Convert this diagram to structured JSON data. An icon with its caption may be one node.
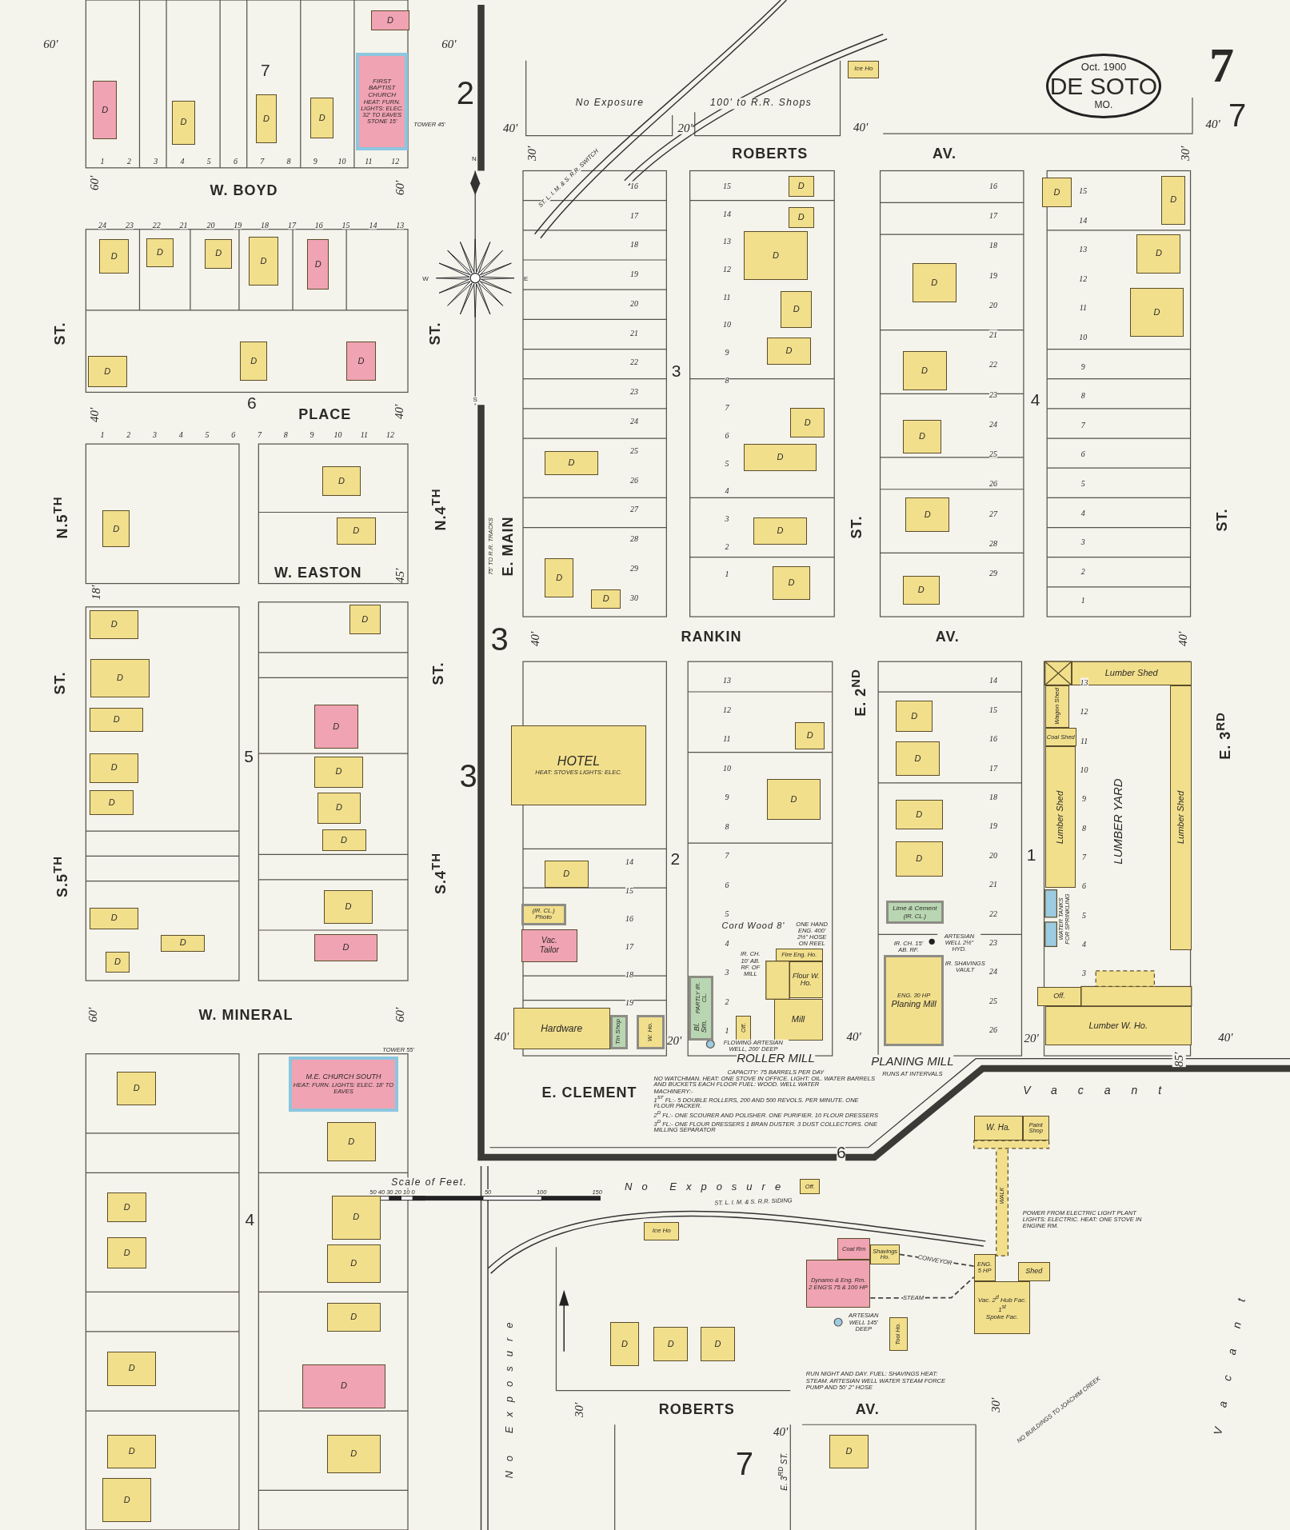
{
  "diagram": {
    "nodes": [
      {
        "text": [
          "Oct. 1900",
          "DE SOTO",
          "MO."
        ]
      },
      {
        "text": [
          "FIRST BAPTIST CHURCH",
          "HEAT: FURN. LIGHTS: ELEC. 32' TO EAVES STONE 15'"
        ],
        "beside": [
          "TOWER 45'"
        ]
      },
      {
        "text": [
          "D"
        ]
      },
      {
        "text": [
          "D"
        ]
      },
      {
        "text": [
          "D"
        ]
      },
      {
        "text": [
          "D"
        ]
      },
      {
        "text": [
          "D"
        ]
      },
      {
        "text": [
          "D"
        ]
      },
      {
        "text": [
          "D"
        ]
      },
      {
        "text": [
          "D"
        ]
      },
      {
        "text": [
          "D"
        ]
      },
      {
        "text": [
          "D"
        ]
      },
      {
        "text": [
          "D"
        ]
      },
      {
        "text": [
          "D"
        ]
      },
      {
        "text": [
          "D"
        ]
      },
      {
        "text": [
          "D"
        ]
      },
      {
        "text": [
          "D"
        ]
      },
      {
        "text": [
          "D"
        ]
      },
      {
        "text": [
          "D"
        ]
      },
      {
        "text": [
          "D"
        ]
      },
      {
        "text": [
          "D"
        ]
      },
      {
        "text": [
          "D"
        ]
      },
      {
        "text": [
          "D"
        ]
      },
      {
        "text": [
          "D"
        ]
      },
      {
        "text": [
          "D"
        ]
      },
      {
        "text": [
          "D"
        ]
      },
      {
        "text": [
          "D"
        ]
      },
      {
        "text": [
          "D"
        ]
      },
      {
        "text": [
          "D"
        ]
      },
      {
        "text": [
          "D"
        ]
      },
      {
        "text": [
          "D"
        ]
      },
      {
        "text": [
          "D"
        ]
      },
      {
        "text": [
          "D"
        ]
      },
      {
        "text": [
          "HOTEL",
          "HEAT: STOVES LIGHTS: ELEC."
        ]
      },
      {
        "text": [
          "D"
        ]
      },
      {
        "text": [
          "(IR. CL.)",
          "Photo"
        ]
      },
      {
        "text": [
          "Vac.",
          "Tailor"
        ]
      },
      {
        "text": [
          "Hardware"
        ]
      },
      {
        "text": [
          "Tin Shop"
        ]
      },
      {
        "text": [
          "W. Ho."
        ]
      },
      {
        "text": [
          "D"
        ]
      },
      {
        "text": [
          "D"
        ]
      },
      {
        "text": [
          "D"
        ]
      },
      {
        "text": [
          "D"
        ]
      },
      {
        "text": [
          "D"
        ]
      },
      {
        "text": [
          "D"
        ]
      },
      {
        "text": [
          "D"
        ]
      },
      {
        "text": [
          "D"
        ]
      },
      {
        "text": [
          "D"
        ]
      },
      {
        "text": [
          "D"
        ]
      },
      {
        "text": [
          "D"
        ]
      },
      {
        "text": [
          "D"
        ]
      },
      {
        "text": [
          "D"
        ]
      },
      {
        "text": [
          "D"
        ]
      },
      {
        "text": [
          "PARTLY IR. CL.",
          "Bl. Sm."
        ]
      },
      {
        "text": [
          "Fire Eng. Ho."
        ]
      },
      {
        "text": [
          "Flour W. Ho."
        ]
      },
      {
        "text": [
          "Mill"
        ]
      },
      {
        "text": [
          "Off."
        ]
      },
      {
        "text": [
          "Lime & Cement",
          "(IR. CL.)"
        ]
      },
      {
        "text": [
          "ENG. 30 HP",
          "Planing Mill"
        ]
      },
      {
        "text": [
          "D"
        ]
      },
      {
        "text": [
          "D"
        ]
      },
      {
        "text": [
          "D"
        ]
      },
      {
        "text": [
          "D"
        ]
      },
      {
        "text": [
          "Lumber Shed"
        ]
      },
      {
        "text": [
          "Wagon Shed"
        ]
      },
      {
        "text": [
          "Coal Shed"
        ]
      },
      {
        "text": [
          "Lumber Shed"
        ]
      },
      {
        "text": [
          "Lumber Shed"
        ]
      },
      {
        "text": [
          "Off."
        ]
      },
      {
        "text": [
          "Lumber W. Ho."
        ]
      },
      {
        "text": [
          "Ice Ho"
        ]
      },
      {
        "text": [
          "D"
        ]
      },
      {
        "text": [
          "D"
        ]
      },
      {
        "text": [
          "D"
        ]
      },
      {
        "text": [
          "D"
        ]
      },
      {
        "text": [
          "D"
        ]
      },
      {
        "text": [
          "D"
        ]
      },
      {
        "text": [
          "D"
        ]
      },
      {
        "text": [
          "D"
        ]
      },
      {
        "text": [
          "D"
        ]
      },
      {
        "text": [
          "M.E. CHURCH SOUTH",
          "HEAT: FURN. LIGHTS: ELEC. 18' TO EAVES"
        ],
        "beside": [
          "TOWER 55'"
        ]
      },
      {
        "text": [
          "D"
        ]
      },
      {
        "text": [
          "D"
        ]
      },
      {
        "text": [
          "D"
        ]
      },
      {
        "text": [
          "D"
        ]
      },
      {
        "text": [
          "D"
        ]
      },
      {
        "text": [
          "D"
        ]
      },
      {
        "text": [
          "D"
        ]
      },
      {
        "text": [
          "D"
        ]
      },
      {
        "text": [
          "D"
        ]
      },
      {
        "text": [
          "D"
        ]
      },
      {
        "text": [
          "D"
        ]
      },
      {
        "text": [
          "D"
        ]
      },
      {
        "text": [
          "Ice Ho"
        ]
      },
      {
        "text": [
          "Off."
        ]
      },
      {
        "text": [
          "W. Ha."
        ]
      },
      {
        "text": [
          "Paint Shop"
        ]
      },
      {
        "text": [
          "ENG. 5 HP"
        ]
      },
      {
        "text": [
          "Shed"
        ]
      },
      {
        "text": [
          "Vac. 2$^{d}$ Hub Fac. 1$^{st}$",
          "Spoke Fac."
        ]
      },
      {
        "text": [
          "Coal Rm"
        ]
      },
      {
        "text": [
          "Shavings Ho."
        ]
      },
      {
        "text": [
          "Dynamo & Eng. Rm.",
          "2 ENG'S 75 & 100 HP"
        ]
      },
      {
        "text": [
          "Tool Ho."
        ]
      },
      {
        "text": [
          "D"
        ]
      },
      {
        "text": [
          "D"
        ]
      },
      {
        "text": [
          "D"
        ]
      },
      {
        "text": [
          "D"
        ]
      }
    ],
    "labels": [
      "60'",
      "7",
      "60'",
      "2",
      "No Exposure",
      "100' to R.R. Shops",
      "40'",
      "20'",
      "40'",
      "30'",
      "ST. L. I. M. & S. R.R. SWITCH",
      "ROBERTS",
      "AV.",
      "30'",
      "40'",
      "7",
      "7",
      "W. BOYD",
      "60'",
      "60'",
      "N",
      "W",
      "E",
      "S",
      "ST.",
      "ST.",
      "6",
      "PLACE",
      "40'",
      "40'",
      "N.5$^{TH}$",
      "W. EASTON",
      "N.4$^{TH}$",
      "18'",
      "45'",
      "ST.",
      "ST.",
      "5",
      "S.5$^{TH}$",
      "S.4$^{TH}$",
      "W. MINERAL",
      "60'",
      "60'",
      "3",
      "3",
      "75' TO R.R. TRACKS",
      "E. MAIN",
      "3",
      "4",
      "ST.",
      "ST.",
      "40'",
      "RANKIN",
      "AV.",
      "40'",
      "E. 2$^{ND}$",
      "E. 3$^{RD}$",
      "2",
      "1",
      "LUMBER YARD",
      "WATER TANKS FOR SPRINKLING",
      "Cord Wood 8'",
      "ONE HAND ENG. 400' 2½\" HOSE ON REEL",
      "IR. CH. 10' AB. RF. OF MILL",
      "IR. CH. 15' AB. RF.",
      "ARTESIAN WELL 2½\" HYD.",
      "IR. SHAVINGS VAULT",
      "FLOWING ARTESIAN WELL, 200' DEEP",
      "40'",
      "20'",
      "40'",
      "20'",
      "40'",
      "85'",
      "ROLLER MILL",
      "CAPACITY: 75 BARRELS PER DAY",
      "NO WATCHMAN. HEAT: ONE STOVE IN OFFICE. LIGHT: OIL. WATER BARRELS AND BUCKETS EACH FLOOR FUEL: WOOD. WELL WATER",
      "MACHINERY:-",
      "1$^{ST}$ FL:- 5 DOUBLE ROLLERS, 200 AND 500 REVOLS. PER MINUTE. ONE FLOUR PACKER.",
      "2$^{D}$ FL:- ONE SCOURER AND POLISHER. ONE PURIFIER. 10 FLOUR DRESSERS",
      "3$^{D}$ FL:- ONE FLOUR DRESSERS 1 BRAN DUSTER. 3 DUST COLLECTORS. ONE MILLING SEPARATOR",
      "PLANING MILL",
      "RUNS AT INTERVALS",
      "E. CLEMENT",
      "6",
      "Vacant",
      "No Exposure",
      "Scale of Feet.",
      "50 40 30 20 10 0",
      "50",
      "100",
      "150",
      "4",
      "ST. L. I. M. & S. R.R. SIDING",
      "POWER FROM ELECTRIC LIGHT PLANT LIGHTS: ELECTRIC. HEAT: ONE STOVE IN ENGINE RM.",
      "WALK",
      "ARTESIAN WELL 145' DEEP",
      "RUN NIGHT AND DAY. FUEL: SHAVINGS HEAT: STEAM. ARTESIAN WELL WATER STEAM FORCE PUMP AND 50' 2\" HOSE",
      "No Exposure",
      "30'",
      "ROBERTS",
      "AV.",
      "30'",
      "40'",
      "7",
      "E. 3$^{RD}$ ST.",
      "NO BUILDINGS TO JOACHIM CREEK",
      "Vacant",
      "1",
      "2",
      "3",
      "4",
      "5",
      "6",
      "7",
      "8",
      "9",
      "10",
      "11",
      "12",
      "24",
      "23",
      "22",
      "21",
      "20",
      "19",
      "18",
      "17",
      "16",
      "15",
      "14",
      "13",
      "1",
      "2",
      "3",
      "4",
      "5",
      "6",
      "7",
      "8",
      "9",
      "10",
      "11",
      "12",
      "16",
      "17",
      "18",
      "19",
      "20",
      "21",
      "22",
      "23",
      "24",
      "25",
      "26",
      "27",
      "28",
      "29",
      "30",
      "15",
      "14",
      "13",
      "12",
      "11",
      "10",
      "9",
      "8",
      "7",
      "6",
      "5",
      "4",
      "3",
      "2",
      "1",
      "16",
      "17",
      "18",
      "19",
      "20",
      "21",
      "22",
      "23",
      "24",
      "25",
      "26",
      "27",
      "28",
      "29",
      "15",
      "14",
      "13",
      "12",
      "11",
      "10",
      "9",
      "8",
      "7",
      "6",
      "5",
      "4",
      "3",
      "2",
      "1",
      "13",
      "12",
      "11",
      "10",
      "9",
      "8",
      "7",
      "6",
      "5",
      "4",
      "3",
      "2",
      "1",
      "14",
      "15",
      "16",
      "17",
      "18",
      "19",
      "20",
      "21",
      "22",
      "23",
      "24",
      "25",
      "26",
      "13",
      "12",
      "11",
      "10",
      "9",
      "8",
      "7",
      "6",
      "5",
      "4",
      "3",
      "14",
      "15",
      "16",
      "17",
      "18",
      "19"
    ],
    "edges": [
      {
        "from": 103,
        "to": 99,
        "arrow": "none",
        "label": "CONVEYOR",
        "style": "dashed"
      },
      {
        "from": 104,
        "to": 99,
        "arrow": "none",
        "label": "STEAM",
        "style": "dashed"
      }
    ]
  }
}
